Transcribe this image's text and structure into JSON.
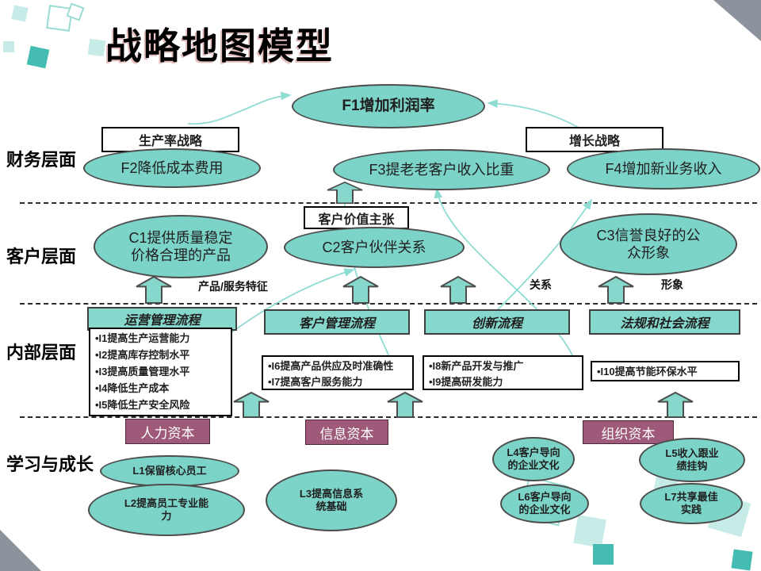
{
  "title": "战略地图模型",
  "perspectives": {
    "financial": "财务层面",
    "customer": "客户层面",
    "internal": "内部层面",
    "learning": "学习与成长"
  },
  "financial": {
    "productivity_strategy": "生产率战略",
    "growth_strategy": "增长战略",
    "f1": "F1增加利润率",
    "f2": "F2降低成本费用",
    "f3": "F3提老老客户收入比重",
    "f4": "F4增加新业务收入"
  },
  "customer": {
    "value_proposition": "客户价值主张",
    "c1": "C1提供质量稳定价格合理的产品",
    "c2": "C2客户伙伴关系",
    "c3": "C3信誉良好的公众形象",
    "labels": {
      "product_service": "产品/服务特征",
      "relationship": "关系",
      "image": "形象"
    }
  },
  "internal": {
    "processes": [
      {
        "title": "运营管理流程",
        "items": [
          "•I1提高生产运营能力",
          "•I2提高库存控制水平",
          "•I3提高质量管理水平",
          "•I4降低生产成本",
          "•I5降低生产安全风险"
        ]
      },
      {
        "title": "客户管理流程",
        "items": [
          "•I6提高产品供应及时准确性",
          "•I7提高客户服务能力"
        ]
      },
      {
        "title": "创新流程",
        "items": [
          "•I8新产品开发与推广",
          "•I9提高研发能力"
        ]
      },
      {
        "title": "法规和社会流程",
        "items": [
          "•I10提高节能环保水平"
        ]
      }
    ]
  },
  "learning": {
    "capitals": [
      "人力资本",
      "信息资本",
      "组织资本"
    ],
    "l1": "L1保留核心员工",
    "l2": "L2提高员工专业能力",
    "l3": "L3提高信息系统基础",
    "l4": "L4客户导向的企业文化",
    "l5": "L5收入跟业绩挂钩",
    "l6": "L6客户导向的企业文化",
    "l7": "L7共享最佳实践"
  },
  "colors": {
    "node_teal": "#7cd3c8",
    "arrow_teal": "#86d8cd",
    "connector_teal": "#8fdcd3",
    "capital_purple": "#9e5a78",
    "deco_light": "#c7ece7",
    "deco_solid": "#45bcb1"
  }
}
